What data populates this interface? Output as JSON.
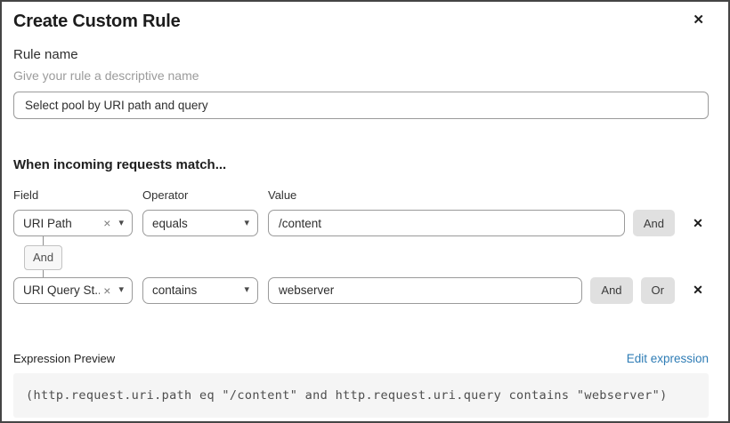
{
  "modal": {
    "title": "Create Custom Rule",
    "close_icon": "✕"
  },
  "rule_name": {
    "label": "Rule name",
    "help": "Give your rule a descriptive name",
    "value": "Select pool by URI path and query"
  },
  "matcher": {
    "heading": "When incoming requests match...",
    "columns": {
      "field": "Field",
      "operator": "Operator",
      "value": "Value"
    },
    "rows": [
      {
        "field": "URI Path",
        "operator": "equals",
        "value": "/content",
        "and_label": "And",
        "delete_icon": "✕"
      },
      {
        "field": "URI Query St...",
        "operator": "contains",
        "value": "webserver",
        "and_label": "And",
        "or_label": "Or",
        "delete_icon": "✕"
      }
    ],
    "connector_label": "And",
    "clear_icon": "×",
    "caret_icon": "▾"
  },
  "expression": {
    "label": "Expression Preview",
    "edit_link": "Edit expression",
    "code": "(http.request.uri.path eq \"/content\" and http.request.uri.query contains \"webserver\")"
  },
  "colors": {
    "link_blue": "#2e7cb5",
    "button_gray": "#e0e0e0",
    "code_bg": "#f5f5f5"
  }
}
